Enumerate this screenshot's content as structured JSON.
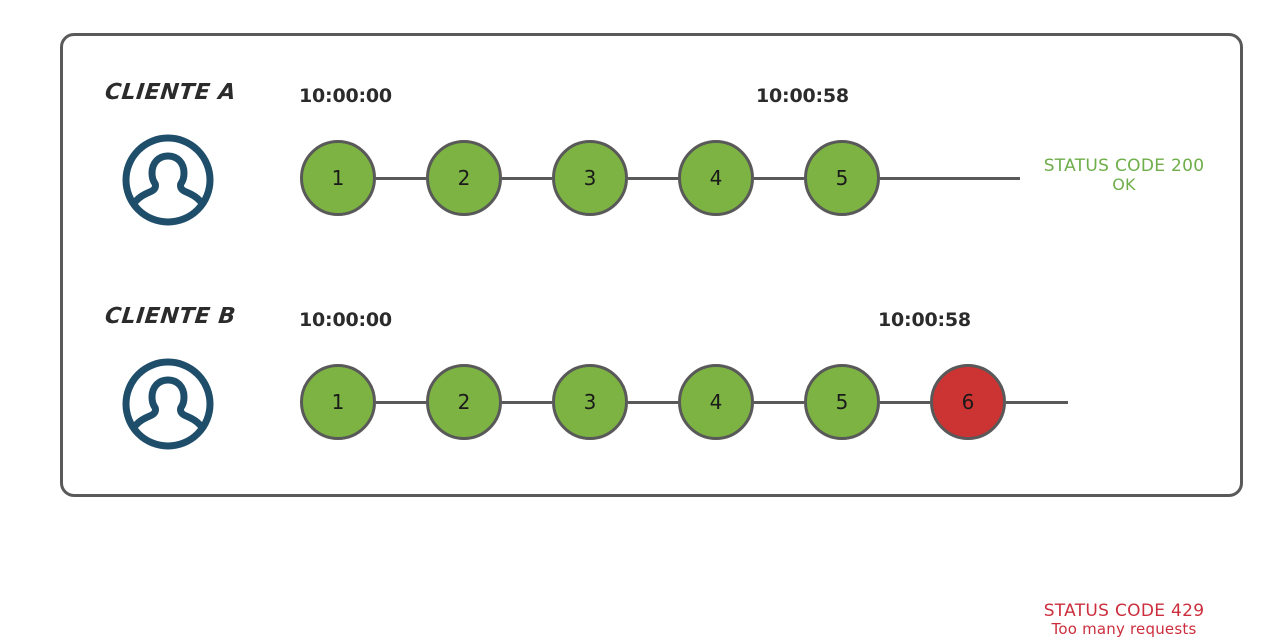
{
  "diagram": {
    "title_icon": "user-avatar-icon",
    "colors": {
      "node_ok": "#7CB342",
      "node_error": "#CC3333",
      "node_stroke": "#595959",
      "frame_stroke": "#595959",
      "avatar": "#1F4E6A",
      "status_ok_text": "#6EAE4A",
      "status_error_text": "#CC2E3D"
    },
    "rows": [
      {
        "id": "cliente-a",
        "label": "CLIENTE A",
        "avatar_icon": "user-avatar-icon",
        "time_start": "10:00:00",
        "time_end": "10:00:58",
        "nodes": [
          {
            "n": "1",
            "state": "ok"
          },
          {
            "n": "2",
            "state": "ok"
          },
          {
            "n": "3",
            "state": "ok"
          },
          {
            "n": "4",
            "state": "ok"
          },
          {
            "n": "5",
            "state": "ok"
          }
        ],
        "status": {
          "state": "ok",
          "code": "STATUS CODE 200",
          "description": "OK"
        }
      },
      {
        "id": "cliente-b",
        "label": "CLIENTE B",
        "avatar_icon": "user-avatar-icon",
        "time_start": "10:00:00",
        "time_end": "10:00:58",
        "nodes": [
          {
            "n": "1",
            "state": "ok"
          },
          {
            "n": "2",
            "state": "ok"
          },
          {
            "n": "3",
            "state": "ok"
          },
          {
            "n": "4",
            "state": "ok"
          },
          {
            "n": "5",
            "state": "ok"
          },
          {
            "n": "6",
            "state": "err"
          }
        ],
        "status": {
          "state": "err",
          "code": "STATUS CODE 429",
          "description": "Too many requests"
        }
      }
    ]
  }
}
